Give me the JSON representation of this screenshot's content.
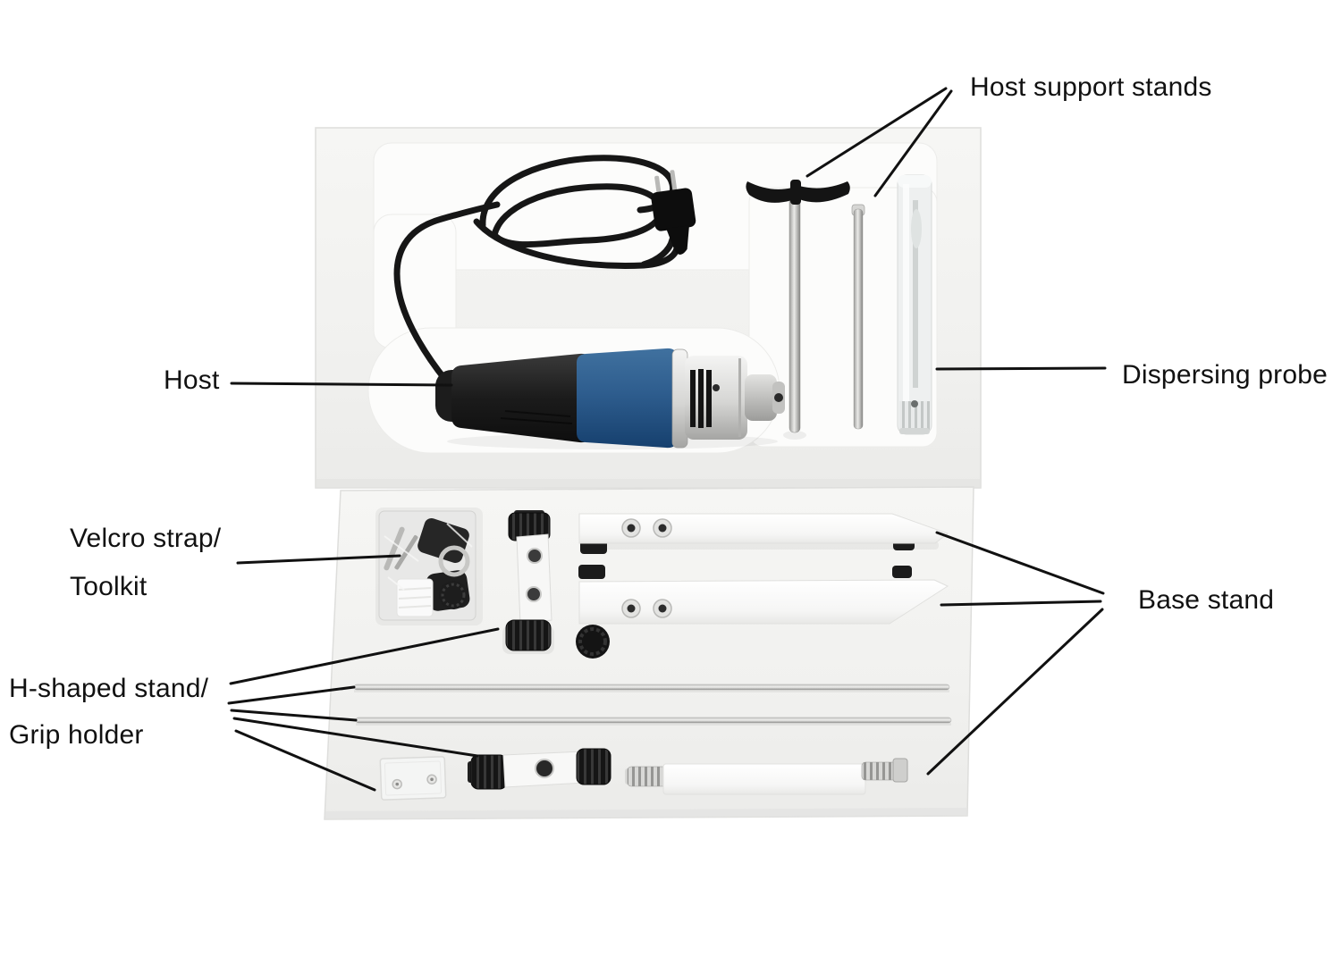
{
  "page": {
    "background": "#ffffff",
    "kind": "annotated product photo of a handheld homogenizer (disperser) kit packed in white foam trays"
  },
  "annotations": {
    "host_support_stands": "Host support stands",
    "host": "Host",
    "dispersing_probe": "Dispersing probe",
    "velcro_strap_line": "Velcro strap/",
    "toolkit_line": "Toolkit",
    "h_shaped_stand_line": "H-shaped stand/",
    "grip_holder_line": "Grip holder",
    "base_stand": "Base stand"
  },
  "scene": {
    "parts": [
      "upper foam tray",
      "coiled power cord with two-prong plug",
      "handheld homogenizer host unit (black grip, blue body, silver head)",
      "T-handle host support stand rod",
      "thin host support stand rod",
      "dispersing probe in clear tube",
      "lower foam tray",
      "toolkit bag with velcro strap",
      "H-shaped stand clamp with black knobs",
      "base stand arm upper",
      "base stand arm lower",
      "stand rod upper",
      "stand rod lower",
      "clear acrylic plate with screws",
      "grip holder clamp",
      "base stand crossbar with threaded screws"
    ]
  },
  "colors": {
    "background": "#ffffff",
    "foam_tray": "#f2f2f0",
    "foam_recess": "#fcfcfb",
    "annotation_text": "#111111",
    "annotation_line": "#111111",
    "host_body_blue": "#2e5d8e",
    "host_grip_black": "#1a1a1a",
    "metal_silver": "#c9c9c7"
  }
}
